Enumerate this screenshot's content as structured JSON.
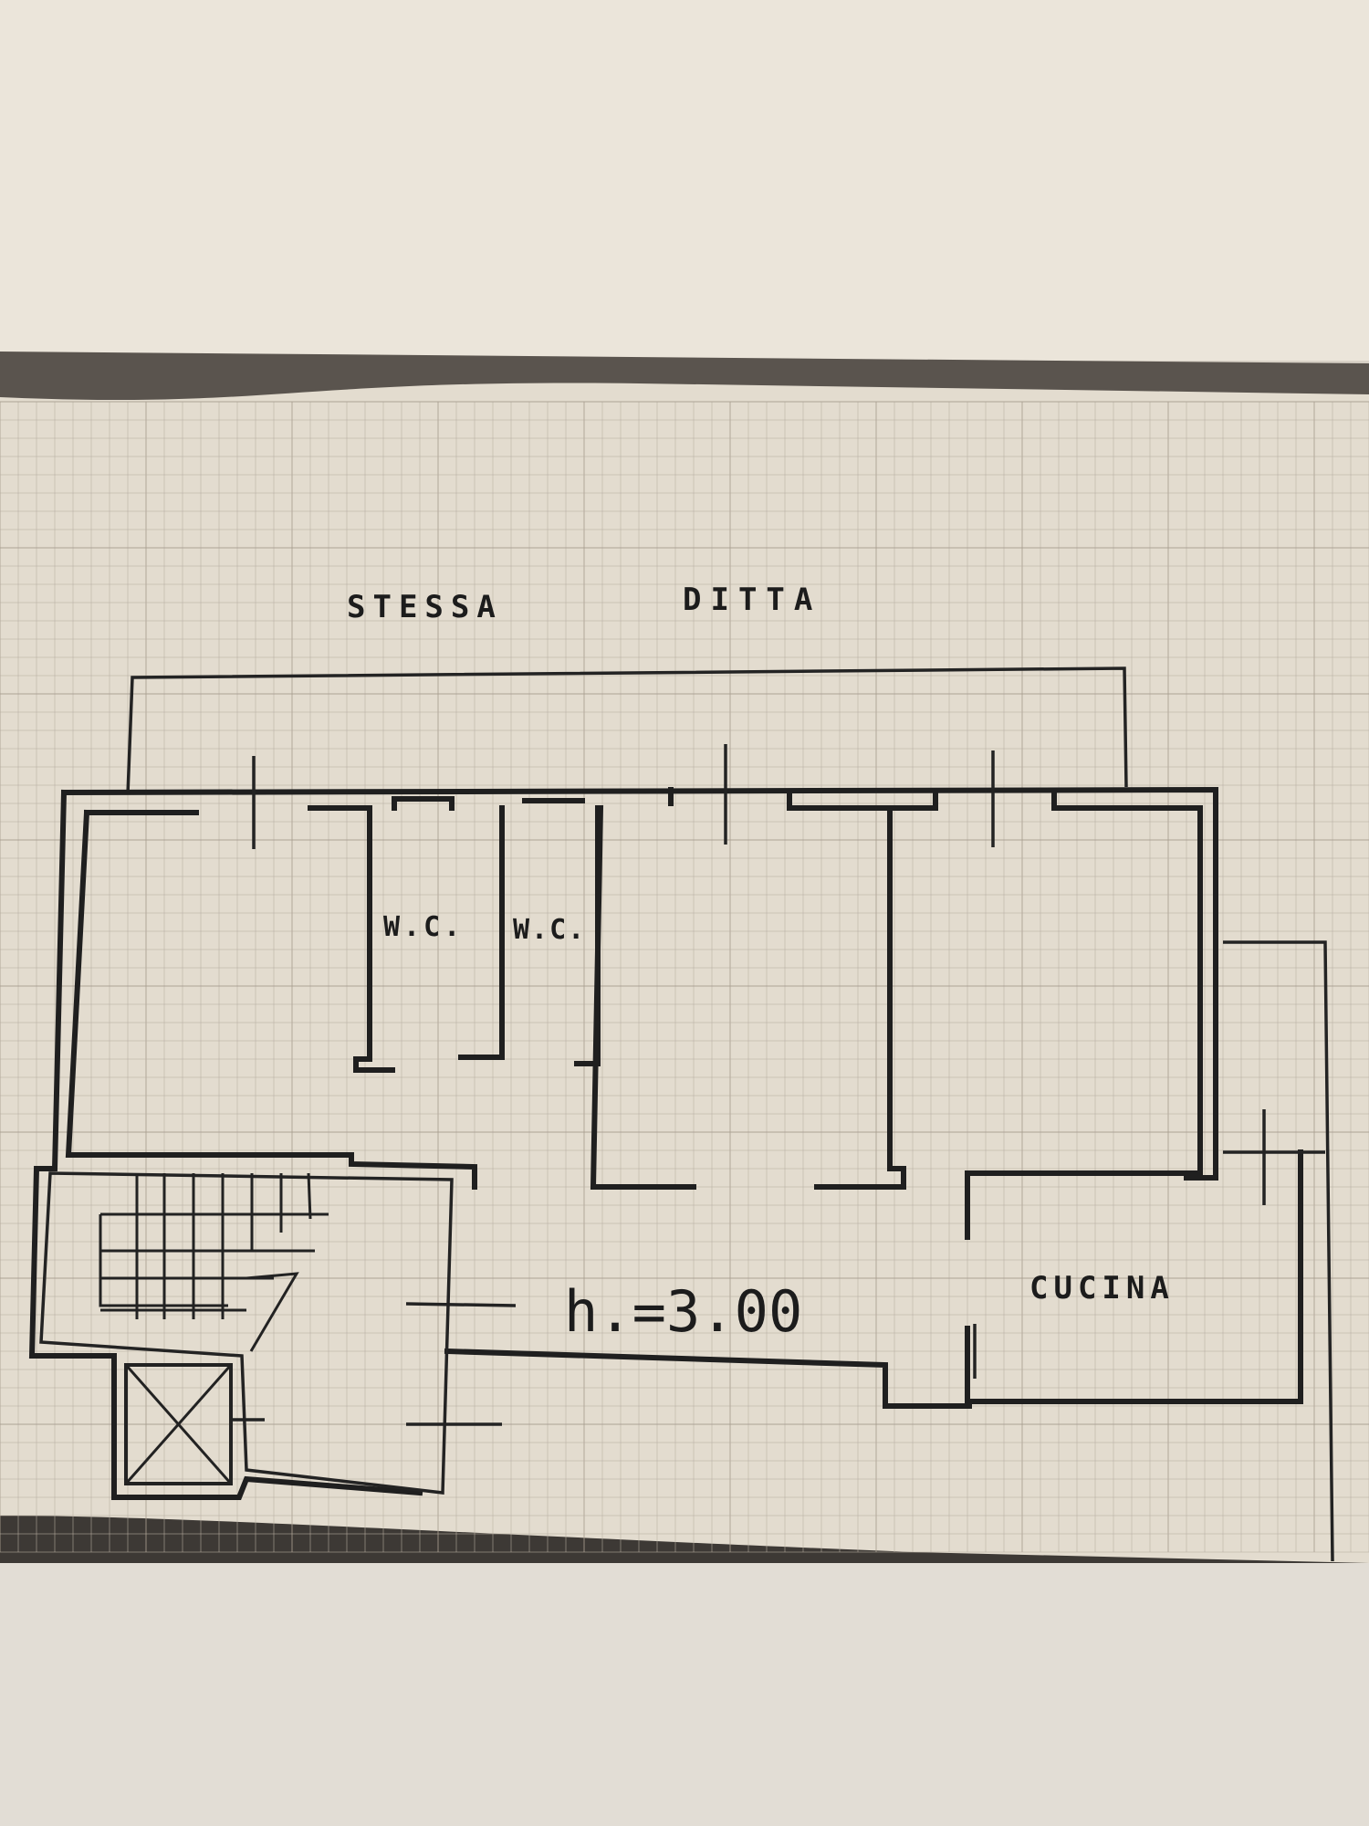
{
  "drawing": {
    "labels": {
      "top_left": "STESSA",
      "top_right": "DITTA",
      "wc_1": "W.C.",
      "wc_2": "W.C.",
      "height": "h.=3.00",
      "kitchen": "CUCINA"
    }
  },
  "colors": {
    "paper": "#e6dfd3",
    "paper_upper": "#ece6dc",
    "ink": "#1f1f1f",
    "shadow": "#4a4541"
  }
}
